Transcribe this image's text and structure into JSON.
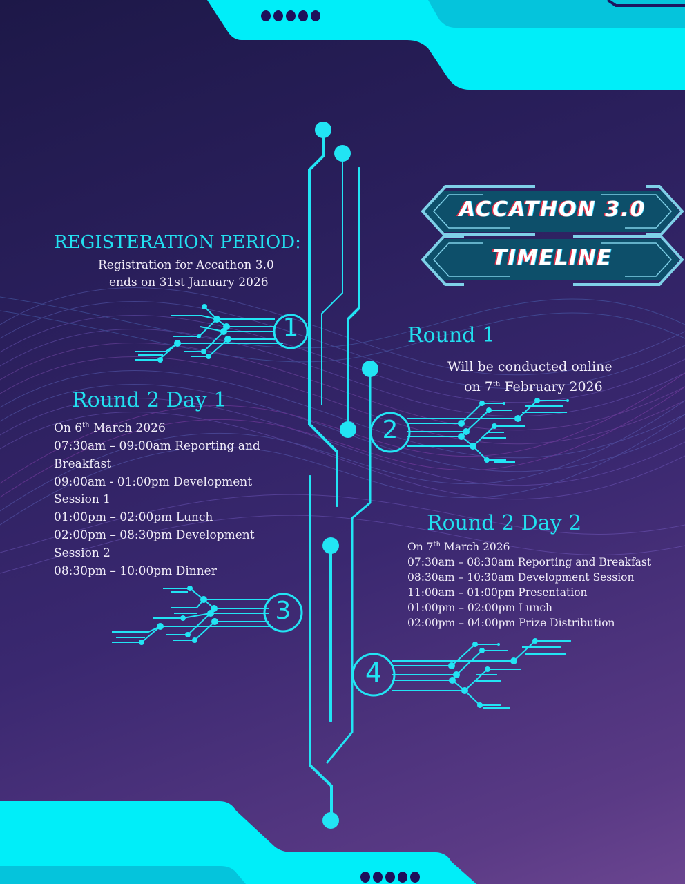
{
  "header": {
    "title_line1": "ACCATHON 3.0",
    "title_line2": "TIMELINE"
  },
  "registration": {
    "heading": "REGISTERATION PERIOD:",
    "lines": [
      "Registration for Accathon 3.0",
      "ends on 31st January 2026"
    ],
    "step_number": "1"
  },
  "round1": {
    "heading": "Round 1",
    "line1": "Will be conducted online",
    "line2_prefix": "on 7",
    "line2_sup": "th",
    "line2_suffix": " February 2026",
    "step_number": "2"
  },
  "round2_day1": {
    "heading": "Round 2 Day 1",
    "date_prefix": "On 6",
    "date_sup": "th",
    "date_suffix": " March 2026",
    "lines": [
      "07:30am – 09:00am Reporting and",
      "Breakfast",
      "09:00am - 01:00pm Development",
      "Session 1",
      "01:00pm – 02:00pm Lunch",
      "02:00pm – 08:30pm Development",
      "Session 2",
      "08:30pm – 10:00pm Dinner"
    ],
    "step_number": "3"
  },
  "round2_day2": {
    "heading": "Round 2 Day 2",
    "date_prefix": "On 7",
    "date_sup": "th",
    "date_suffix": " March 2026",
    "lines": [
      "07:30am – 08:30am Reporting and Breakfast",
      "08:30am – 10:30am Development Session",
      "11:00am – 01:00pm Presentation",
      "01:00pm – 02:00pm Lunch",
      "02:00pm – 04:00pm Prize Distribution"
    ],
    "step_number": "4"
  },
  "colors": {
    "accent_cyan": "#22e0f0",
    "banner_cyan": "#00e8f8",
    "badge_fill": "#0d4f6a",
    "badge_border": "#7fd0e8",
    "bg_dark": "#1d1848",
    "bg_light": "#6a4590"
  }
}
